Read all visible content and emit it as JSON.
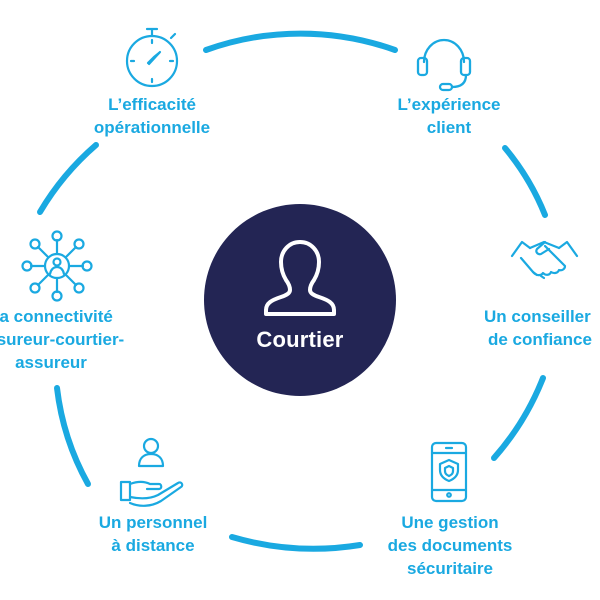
{
  "colors": {
    "accent": "#1aa9e1",
    "center_fill": "#232554",
    "center_text": "#ffffff"
  },
  "center": {
    "label": "Courtier",
    "icon": "person-icon"
  },
  "nodes": [
    {
      "id": "efficacite",
      "icon": "stopwatch-icon",
      "lines": [
        "L’efficacité",
        "opérationnelle"
      ]
    },
    {
      "id": "experience",
      "icon": "headset-icon",
      "lines": [
        "L’expérience",
        "client"
      ]
    },
    {
      "id": "conseiller",
      "icon": "handshake-icon",
      "lines": [
        "Un conseiller",
        "de confiance"
      ]
    },
    {
      "id": "documents",
      "icon": "secure-smartphone-icon",
      "lines": [
        "Une gestion",
        "des documents",
        "sécuritaire"
      ]
    },
    {
      "id": "personnel",
      "icon": "hand-holding-person-icon",
      "lines": [
        "Un personnel",
        "à distance"
      ]
    },
    {
      "id": "connectivite",
      "icon": "network-hub-icon",
      "lines": [
        "La connectivité",
        "assureur-courtier-",
        "assureur"
      ]
    }
  ]
}
